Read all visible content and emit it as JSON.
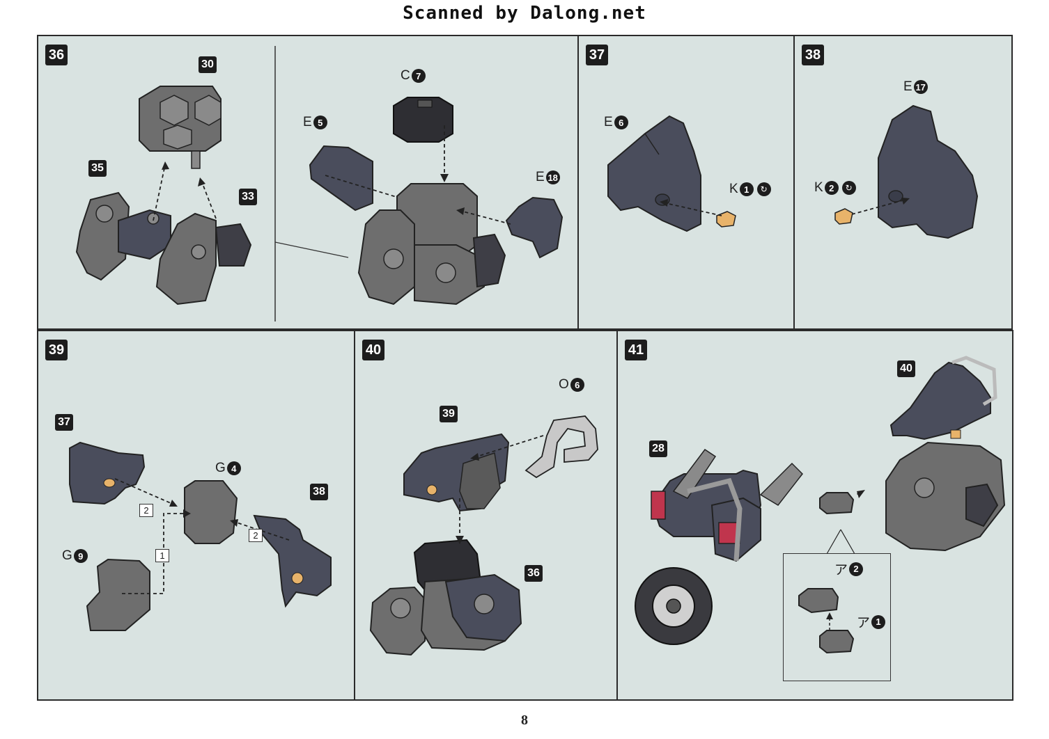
{
  "header": "Scanned by Dalong.net",
  "page_number": "8",
  "steps": {
    "s36": {
      "num": "36",
      "refs": {
        "a": "30",
        "b": "35",
        "c": "33"
      },
      "parts": {
        "c7": {
          "letter": "C",
          "num": "7"
        },
        "e5": {
          "letter": "E",
          "num": "5"
        },
        "e18": {
          "letter": "E",
          "num": "18"
        }
      }
    },
    "s37": {
      "num": "37",
      "parts": {
        "e6": {
          "letter": "E",
          "num": "6"
        },
        "k1": {
          "letter": "K",
          "num": "1"
        }
      }
    },
    "s38": {
      "num": "38",
      "parts": {
        "e17": {
          "letter": "E",
          "num": "17"
        },
        "k2": {
          "letter": "K",
          "num": "2"
        }
      }
    },
    "s39": {
      "num": "39",
      "refs": {
        "a": "37",
        "b": "38"
      },
      "parts": {
        "g4": {
          "letter": "G",
          "num": "4"
        },
        "g9": {
          "letter": "G",
          "num": "9"
        }
      },
      "order": [
        "2",
        "1",
        "2"
      ]
    },
    "s40": {
      "num": "40",
      "refs": {
        "a": "39",
        "b": "36"
      },
      "parts": {
        "o6": {
          "letter": "O",
          "num": "6"
        }
      }
    },
    "s41": {
      "num": "41",
      "refs": {
        "a": "40",
        "b": "28"
      },
      "parts": {
        "a2": {
          "letter": "ア",
          "num": "2"
        },
        "a1": {
          "letter": "ア",
          "num": "1"
        }
      }
    }
  },
  "colors": {
    "panel_bg": "#d9e3e1",
    "part_dark": "#4a4d5c",
    "part_gray": "#6e6e6e",
    "accent_orange": "#e8b36a",
    "accent_red": "#c0354d"
  }
}
